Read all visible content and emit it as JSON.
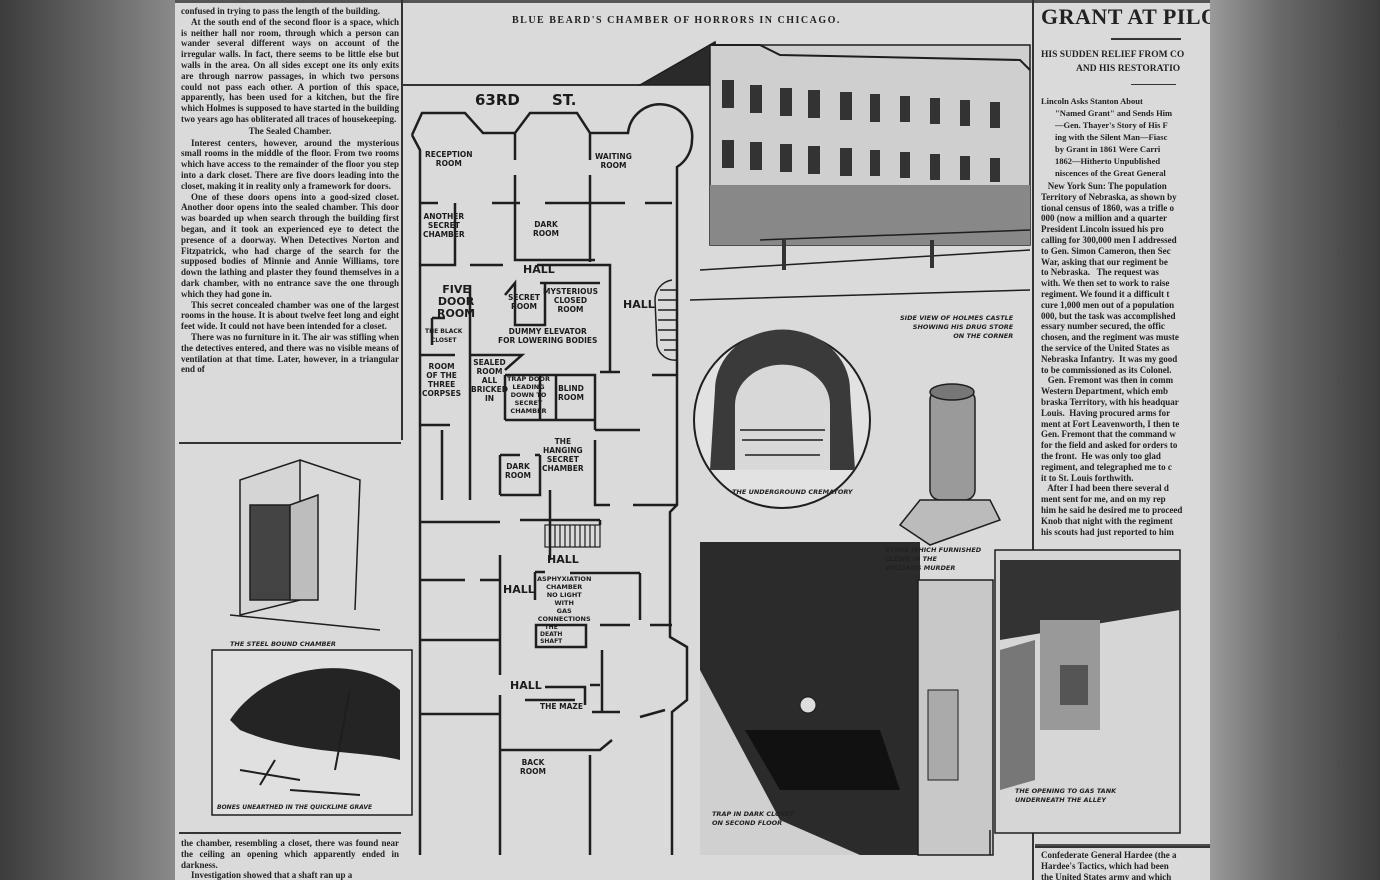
{
  "header": {
    "title": "BLUE BEARD'S CHAMBER OF HORRORS IN CHICAGO."
  },
  "left_column": {
    "paragraphs": [
      "confused in trying to pass the length of the building.",
      "At the south end of the second floor is a space, which is neither hall nor room, through which a person can wander several different ways on account of the irregular walls. In fact, there seems to be little else but walls in the area. On all sides except one its only exits are through narrow passages, in which two persons could not pass each other. A portion of this space, apparently, has been used for a kitchen, but the fire which Holmes is supposed to have started in the building two years ago has obliterated all traces of housekeeping."
    ],
    "subhead": "The Sealed Chamber.",
    "paragraphs2": [
      "Interest centers, however, around the mysterious small rooms in the middle of the floor. From two rooms which have access to the remainder of the floor you step into a dark closet. There are five doors leading into the closet, making it in reality only a framework for doors.",
      "One of these doors opens into a good-sized closet. Another door opens into the sealed chamber. This door was boarded up when search through the building first began, and it took an experienced eye to detect the presence of a doorway. When Detectives Norton and Fitzpatrick, who had charge of the search for the supposed bodies of Minnie and Annie Williams, tore down the lathing and plaster they found themselves in a dark chamber, with no entrance save the one through which they had gone in.",
      "This secret concealed chamber was one of the largest rooms in the house. It is about twelve feet long and eight feet wide. It could not have been intended for a closet.",
      "There was no furniture in it. The air was stifling when the detectives entered, and there was no visible means of ventilation at that time. Later, however, in a triangular end of"
    ],
    "continuation": [
      "the chamber, resembling a closet, there was found near the ceiling an opening which apparently ended in darkness.",
      "Investigation showed that a shaft ran up a"
    ]
  },
  "floor_plan": {
    "street": "63rd",
    "street_suffix": "ST.",
    "rooms": {
      "reception": "Reception\nroom",
      "waiting": "Waiting\nroom",
      "another_secret": "Another\nsecret\nchamber",
      "dark_room_1": "Dark\nroom",
      "hall_1": "HALL",
      "five_door": "FIVE\nDOOR\nROOM",
      "secret_room": "SECRET\nROOM",
      "mysterious": "MYSTERIOUS\nCLOSED\nROOM",
      "hall_2": "HALL",
      "black_closet": "The black\ncloset",
      "dummy": "DUMMY ELEVATOR\nFOR LOWERING BODIES",
      "three_corpses": "Room\nof the\nthree\ncorpses",
      "sealed": "SEALED\nROOM\nALL\nBRICKED\nIN",
      "trap_door": "TRAP DOOR\nLEADING\nDOWN TO\nSECRET\nCHAMBER",
      "blind": "BLIND\nROOM",
      "hanging": "THE\nHANGING\nSECRET\nCHAMBER",
      "dark_room_2": "DARK\nROOM",
      "hall_3": "HALL",
      "asphyxiation": "ASPHYXIATION\nCHAMBER\nNO LIGHT\nWITH\nGAS\nCONNECTIONS",
      "death_shaft": "THE\nDEATH\nSHAFT",
      "hall_4": "HALL",
      "hall_5": "HALL",
      "maze": "THE MAZE",
      "back_room": "BACK\nROOM"
    }
  },
  "illustrations": {
    "castle_caption": "Side view of Holmes castle\nshowing his drug store\non the corner",
    "crematory_caption": "The underground crematory",
    "stove_caption": "Stove which furnished\nclews in the\nWilliams murder",
    "steel_caption": "The steel bound chamber",
    "bones_caption": "Bones unearthed in the quicklime grave",
    "trap_caption": "Trap in dark closet\non second floor",
    "gas_caption": "The opening to gas tank\nunderneath the alley"
  },
  "right_column": {
    "headline": "GRANT AT PILOT K",
    "subhead1": "HIS SUDDEN RELIEF FROM CO",
    "subhead2": "AND HIS RESTORATIO",
    "deck": [
      "Lincoln Asks Stanton About",
      "\"Named Grant\" and Sends Him",
      "—Gen. Thayer's Story of His F",
      "ing with the Silent Man—Fiasc",
      "by Grant in 1861 Were Carri",
      "1862—Hitherto Unpublished",
      "niscences of the Great General"
    ],
    "body": [
      "   New York Sun: The population",
      "Territory of Nebraska, as shown by",
      "tional census of 1860, was a trifle o",
      "000 (now a million and a quarter",
      "President Lincoln issued his pro",
      "calling for 300,000 men I addressed",
      "to Gen. Simon Cameron, then Sec",
      "War, asking that our regiment be",
      "to Nebraska.   The request was",
      "with. We then set to work to raise",
      "regiment. We found it a difficult t",
      "cure 1,000 men out of a population",
      "000, but the task was accomplished",
      "essary number secured, the offic",
      "chosen, and the regiment was muste",
      "the service of the United States as",
      "Nebraska Infantry.  It was my good",
      "to be commissioned as its Colonel.",
      "   Gen. Fremont was then in comm",
      "Western Department, which emb",
      "braska Territory, with his headquar",
      "Louis.  Having procured arms for",
      "ment at Fort Leavenworth, I then te",
      "Gen. Fremont that the command w",
      "for the field and asked for orders to",
      "the front.  He was only too glad",
      "regiment, and telegraphed me to c",
      "it to St. Louis forthwith.",
      "   After I had been there several d",
      "ment sent for me, and on my rep",
      "him he said he desired me to proceed",
      "Knob that night with the regiment",
      "his scouts had just reported to him"
    ],
    "bottom": [
      "Confederate General Hardee (the a",
      "Hardee's Tactics, which had been",
      "the United States army and which"
    ]
  }
}
